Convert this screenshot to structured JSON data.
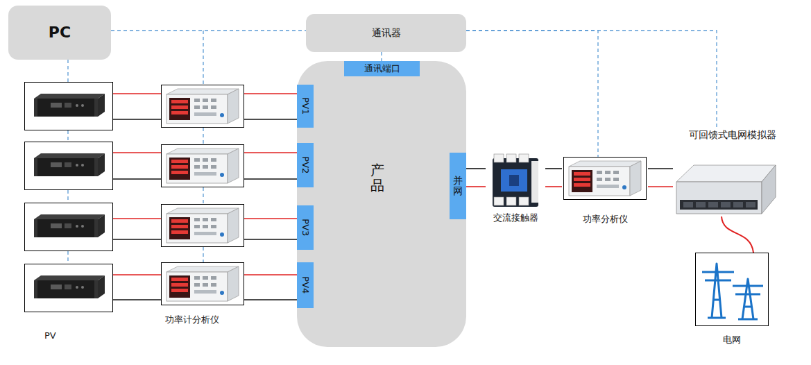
{
  "diagram": {
    "nodes": [
      {
        "text": [
          "PC"
        ]
      },
      {
        "text": [
          "通讯器"
        ]
      },
      {
        "text": [
          "产品"
        ]
      },
      {
        "text": [
          "通讯端口"
        ],
        "in": 2
      },
      {
        "text": [
          "PV1"
        ],
        "in": 2
      },
      {
        "text": [
          "PV2"
        ],
        "in": 2
      },
      {
        "text": [
          "PV3"
        ],
        "in": 2
      },
      {
        "text": [
          "PV4"
        ],
        "in": 2
      },
      {
        "text": [
          "并网"
        ],
        "in": 2
      },
      {
        "text": [
          "交流接触器"
        ]
      },
      {
        "text": [
          "功率分析仪"
        ]
      },
      {
        "text": [
          "可回馈式电网模拟器"
        ]
      },
      {
        "text": [
          "电网"
        ]
      }
    ],
    "edges": [
      {
        "from": 0,
        "to": 1,
        "arrow": "none"
      },
      {
        "from": 1,
        "to": 3,
        "arrow": "none"
      },
      {
        "from": 1,
        "to": 10,
        "arrow": "none"
      },
      {
        "from": 1,
        "to": 11,
        "arrow": "none"
      },
      {
        "from": 8,
        "to": 9,
        "arrow": "none"
      },
      {
        "from": 9,
        "to": 10,
        "arrow": "none"
      },
      {
        "from": 10,
        "to": 11,
        "arrow": "none"
      },
      {
        "from": 11,
        "to": 12,
        "arrow": "none"
      }
    ],
    "labels": [
      "PV",
      "功率计分析仪"
    ]
  }
}
